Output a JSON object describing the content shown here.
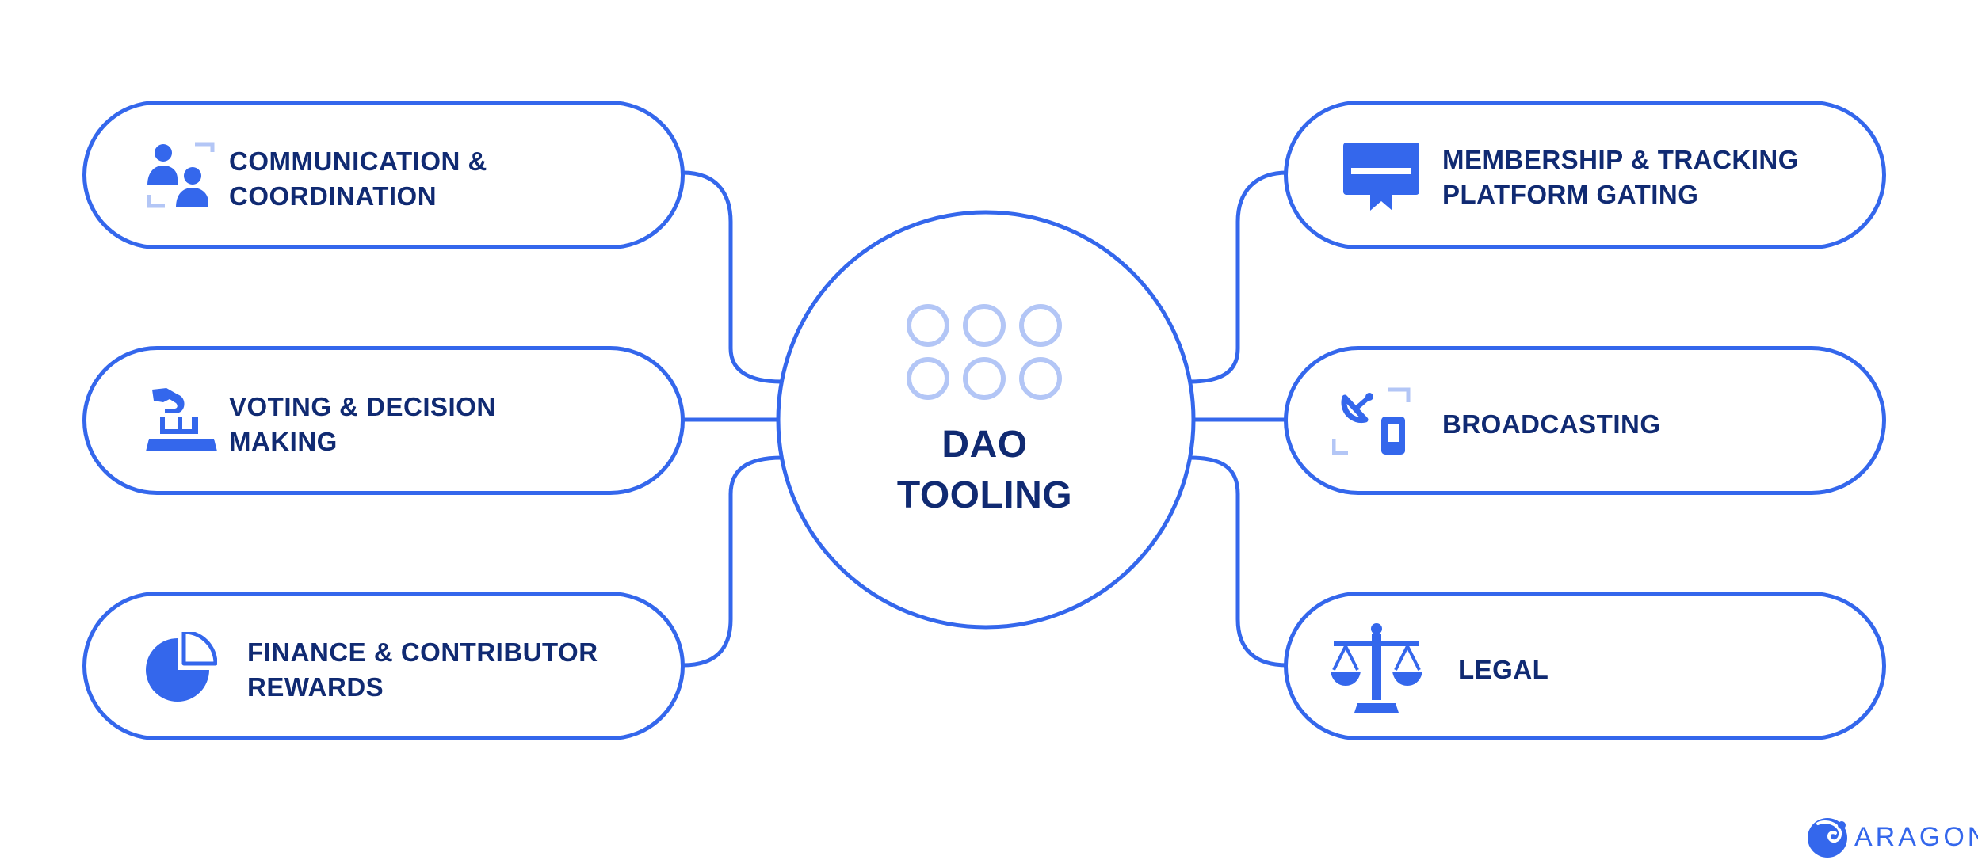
{
  "center": {
    "line1": "DAO",
    "line2": "TOOLING"
  },
  "left": [
    {
      "line1": "COMMUNICATION &",
      "line2": "COORDINATION",
      "icon": "people-icon"
    },
    {
      "line1": "VOTING & DECISION",
      "line2": "MAKING",
      "icon": "ballot-box-icon"
    },
    {
      "line1": "FINANCE & CONTRIBUTOR",
      "line2": "REWARDS",
      "icon": "pie-chart-icon"
    }
  ],
  "right": [
    {
      "line1": "MEMBERSHIP & TRACKING",
      "line2": "PLATFORM GATING",
      "icon": "membership-badge-icon"
    },
    {
      "line1": "BROADCASTING",
      "icon": "satellite-dish-icon"
    },
    {
      "line1": "LEGAL",
      "icon": "scales-icon"
    }
  ],
  "brand": {
    "name": "ARAGON",
    "icon": "aragon-logo-icon"
  },
  "colors": {
    "accent": "#3467ec",
    "light_accent": "#b3c6f6",
    "text": "#102a72",
    "background": "#ffffff"
  }
}
